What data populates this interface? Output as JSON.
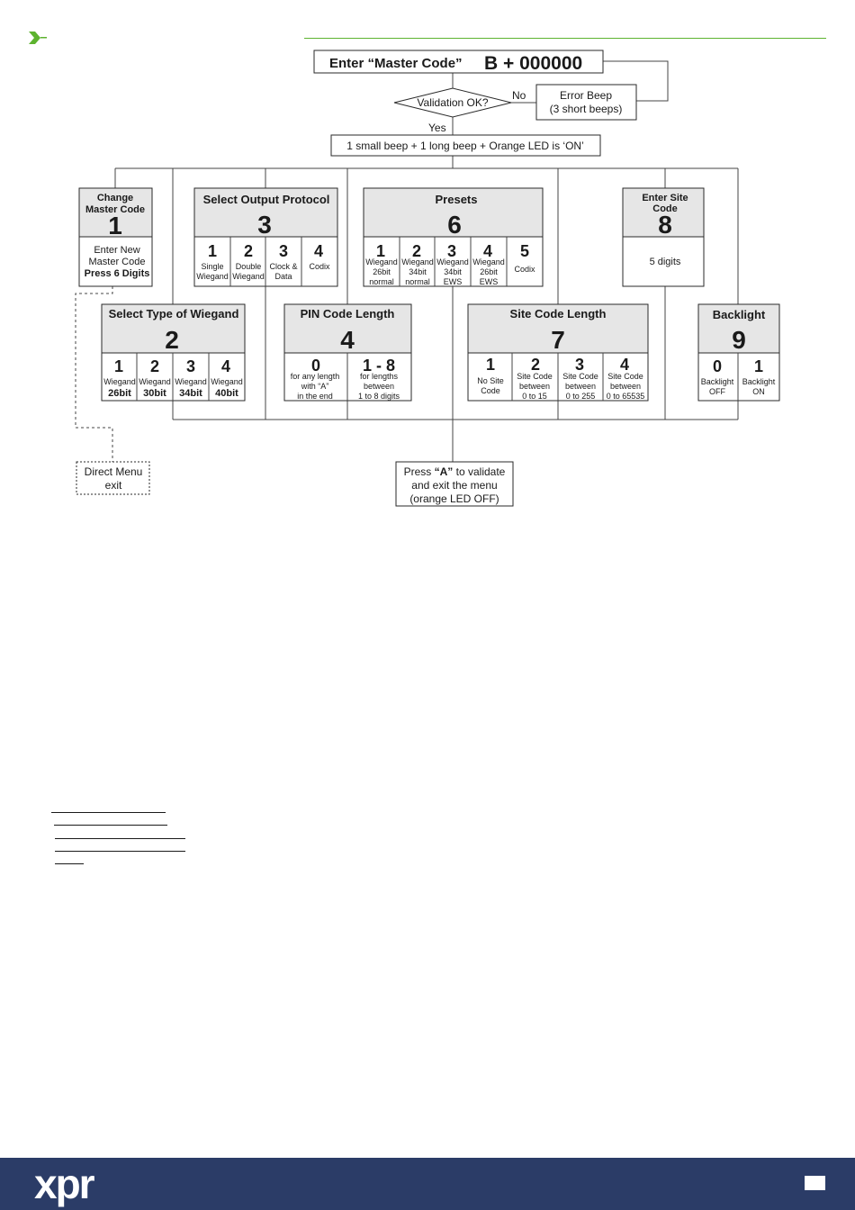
{
  "colors": {
    "accent": "#5db32f",
    "box_header": "#e6e6e6",
    "footer_bg": "#2b3c67"
  },
  "header": {
    "arrow_icon": "chevron-right-icon"
  },
  "flow": {
    "enter_label": "Enter “Master Code”",
    "enter_code": "B + 000000",
    "validation": "Validation OK?",
    "no_label": "No",
    "yes_label": "Yes",
    "error_line1": "Error Beep",
    "error_line2": "(3 short beeps)",
    "confirm": "1 small beep + 1 long beep + Orange LED is ‘ON’",
    "direct_exit_line1": "Direct Menu",
    "direct_exit_line2": "exit",
    "validate_prefix": "Press ",
    "validate_key": "“A”",
    "validate_suffix": " to validate",
    "validate_line2": "and exit the menu",
    "validate_line3": "(orange LED OFF)"
  },
  "menus": {
    "m1": {
      "title1": "Change",
      "title2": "Master Code",
      "number": "1",
      "body1": "Enter New",
      "body2": "Master Code",
      "body3": "Press 6 Digits"
    },
    "m3": {
      "title": "Select Output Protocol",
      "number": "3",
      "options": [
        {
          "num": "1",
          "l1": "Single",
          "l2": "Wiegand"
        },
        {
          "num": "2",
          "l1": "Double",
          "l2": "Wiegand"
        },
        {
          "num": "3",
          "l1": "Clock &",
          "l2": "Data"
        },
        {
          "num": "4",
          "l1": "Codix",
          "l2": ""
        }
      ]
    },
    "m6": {
      "title": "Presets",
      "number": "6",
      "options": [
        {
          "num": "1",
          "l1": "Wiegand",
          "l2": "26bit",
          "l3": "normal"
        },
        {
          "num": "2",
          "l1": "Wiegand",
          "l2": "34bit",
          "l3": "normal"
        },
        {
          "num": "3",
          "l1": "Wiegand",
          "l2": "34bit",
          "l3": "EWS"
        },
        {
          "num": "4",
          "l1": "Wiegand",
          "l2": "26bit",
          "l3": "EWS"
        },
        {
          "num": "5",
          "l1": "Codix",
          "l2": "",
          "l3": ""
        }
      ]
    },
    "m8": {
      "title1": "Enter Site",
      "title2": "Code",
      "number": "8",
      "body": "5 digits"
    },
    "m2": {
      "title": "Select Type of Wiegand",
      "number": "2",
      "options": [
        {
          "num": "1",
          "l1": "Wiegand",
          "l2": "26bit"
        },
        {
          "num": "2",
          "l1": "Wiegand",
          "l2": "30bit"
        },
        {
          "num": "3",
          "l1": "Wiegand",
          "l2": "34bit"
        },
        {
          "num": "4",
          "l1": "Wiegand",
          "l2": "40bit"
        }
      ]
    },
    "m4": {
      "title": "PIN Code Length",
      "number": "4",
      "options": [
        {
          "num": "0",
          "l1": "for any length",
          "l2": "with “A”",
          "l3": "in the end"
        },
        {
          "num": "1 - 8",
          "l1": "for lengths",
          "l2": "between",
          "l3": "1 to 8 digits"
        }
      ]
    },
    "m7": {
      "title": "Site Code Length",
      "number": "7",
      "options": [
        {
          "num": "1",
          "l1": "No Site",
          "l2": "Code",
          "l3": ""
        },
        {
          "num": "2",
          "l1": "Site Code",
          "l2": "between",
          "l3": "0 to 15"
        },
        {
          "num": "3",
          "l1": "Site Code",
          "l2": "between",
          "l3": "0 to 255"
        },
        {
          "num": "4",
          "l1": "Site Code",
          "l2": "between",
          "l3": "0 to 65535"
        }
      ]
    },
    "m9": {
      "title": "Backlight",
      "number": "9",
      "options": [
        {
          "num": "0",
          "l1": "Backlight",
          "l2": "OFF"
        },
        {
          "num": "1",
          "l1": "Backlight",
          "l2": "ON"
        }
      ]
    }
  },
  "footer": {
    "logo": "xpr"
  }
}
